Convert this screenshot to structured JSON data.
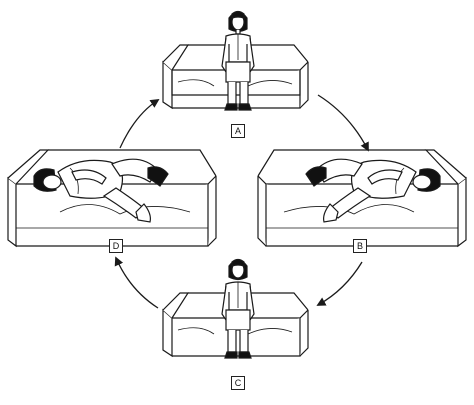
{
  "figure": {
    "steps": [
      {
        "id": "A",
        "label": "A",
        "pose": "sitting-on-bed-edge"
      },
      {
        "id": "B",
        "label": "B",
        "pose": "lying-on-side-facing-right"
      },
      {
        "id": "C",
        "label": "C",
        "pose": "sitting-on-bed-edge"
      },
      {
        "id": "D",
        "label": "D",
        "pose": "lying-on-side-facing-left"
      }
    ],
    "cycle_direction": "clockwise",
    "stroke_color": "#1a1a1a",
    "hair_color": "#111111"
  }
}
